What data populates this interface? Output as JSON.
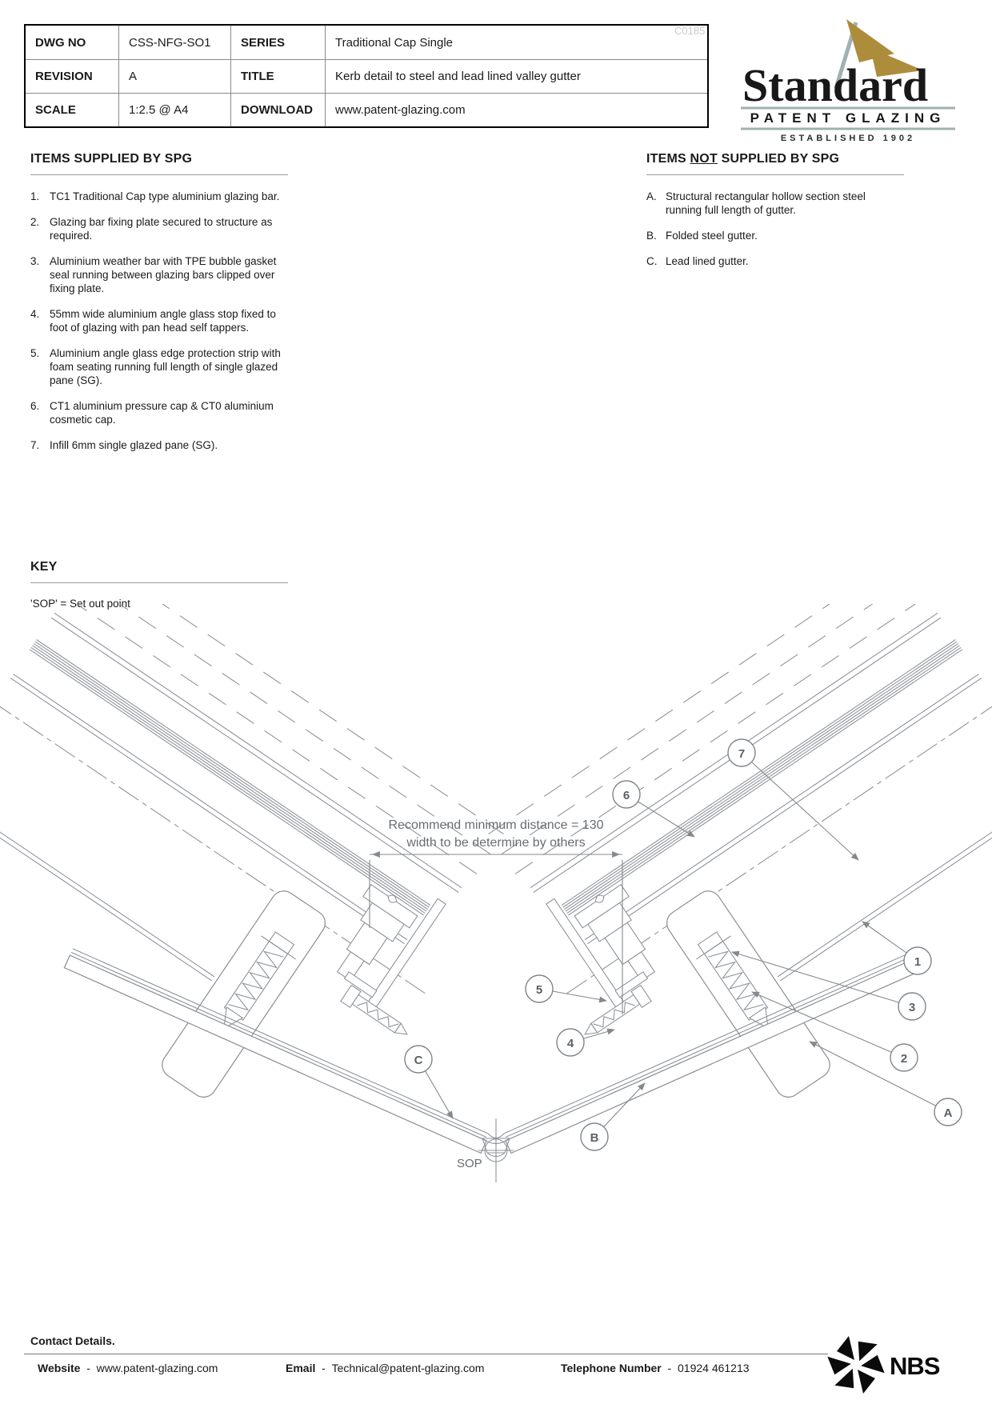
{
  "title_block": {
    "rows": [
      {
        "c1": "DWG NO",
        "c2": "CSS-NFG-SO1",
        "c3": "SERIES",
        "c4": "Traditional Cap Single"
      },
      {
        "c1": "REVISION",
        "c2": "A",
        "c3": "TITLE",
        "c4": "Kerb detail to steel and lead lined valley gutter"
      },
      {
        "c1": "SCALE",
        "c2": "1:2.5 @ A4",
        "c3": "DOWNLOAD",
        "c4": "www.patent-glazing.com"
      }
    ],
    "watermark": "C0185"
  },
  "logo": {
    "brand": "Standard",
    "sub": "PATENT GLAZING",
    "established": "ESTABLISHED 1902",
    "flag_color": "#AD8C3B",
    "line_color": "#9FB2B0"
  },
  "supplied": {
    "heading": "ITEMS SUPPLIED BY SPG",
    "items": [
      {
        "n": "1.",
        "text": "TC1 Traditional Cap type aluminium glazing bar."
      },
      {
        "n": "2.",
        "text": "Glazing bar fixing plate secured to structure as required."
      },
      {
        "n": "3.",
        "text": "Aluminium weather bar with TPE bubble gasket seal running between glazing bars clipped over fixing plate."
      },
      {
        "n": "4.",
        "text": "55mm wide aluminium angle glass stop fixed to foot of glazing with pan head self tappers."
      },
      {
        "n": "5.",
        "text": "Aluminium angle glass edge protection strip with foam seating running full length of single glazed pane (SG)."
      },
      {
        "n": "6.",
        "text": "CT1 aluminium pressure cap & CT0 aluminium cosmetic cap."
      },
      {
        "n": "7.",
        "text": "Infill 6mm single glazed pane (SG)."
      }
    ]
  },
  "not_supplied": {
    "heading_pre": "ITEMS ",
    "heading_not": "NOT",
    "heading_post": " SUPPLIED BY SPG",
    "items": [
      {
        "n": "A.",
        "text": "Structural rectangular hollow section steel running full length of gutter."
      },
      {
        "n": "B.",
        "text": "Folded steel gutter."
      },
      {
        "n": "C.",
        "text": "Lead lined gutter."
      }
    ]
  },
  "key": {
    "heading": "KEY",
    "note": "'SOP' = Set out point"
  },
  "drawing": {
    "dim_line1": "Recommend minimum distance = 130",
    "dim_line2": "width to be determine by others",
    "sop": "SOP",
    "callouts": {
      "c1": "1",
      "c2": "2",
      "c3": "3",
      "c4": "4",
      "c5": "5",
      "c6": "6",
      "c7": "7",
      "cA": "A",
      "cB": "B",
      "cC": "C"
    }
  },
  "footer": {
    "heading": "Contact Details.",
    "website_label": "Website",
    "website_sep": "-",
    "website": "www.patent-glazing.com",
    "email_label": "Email",
    "email_sep": "-",
    "email": "Technical@patent-glazing.com",
    "phone_label": "Telephone Number",
    "phone_sep": "-",
    "phone": "01924 461213",
    "nbs": "NBS"
  }
}
